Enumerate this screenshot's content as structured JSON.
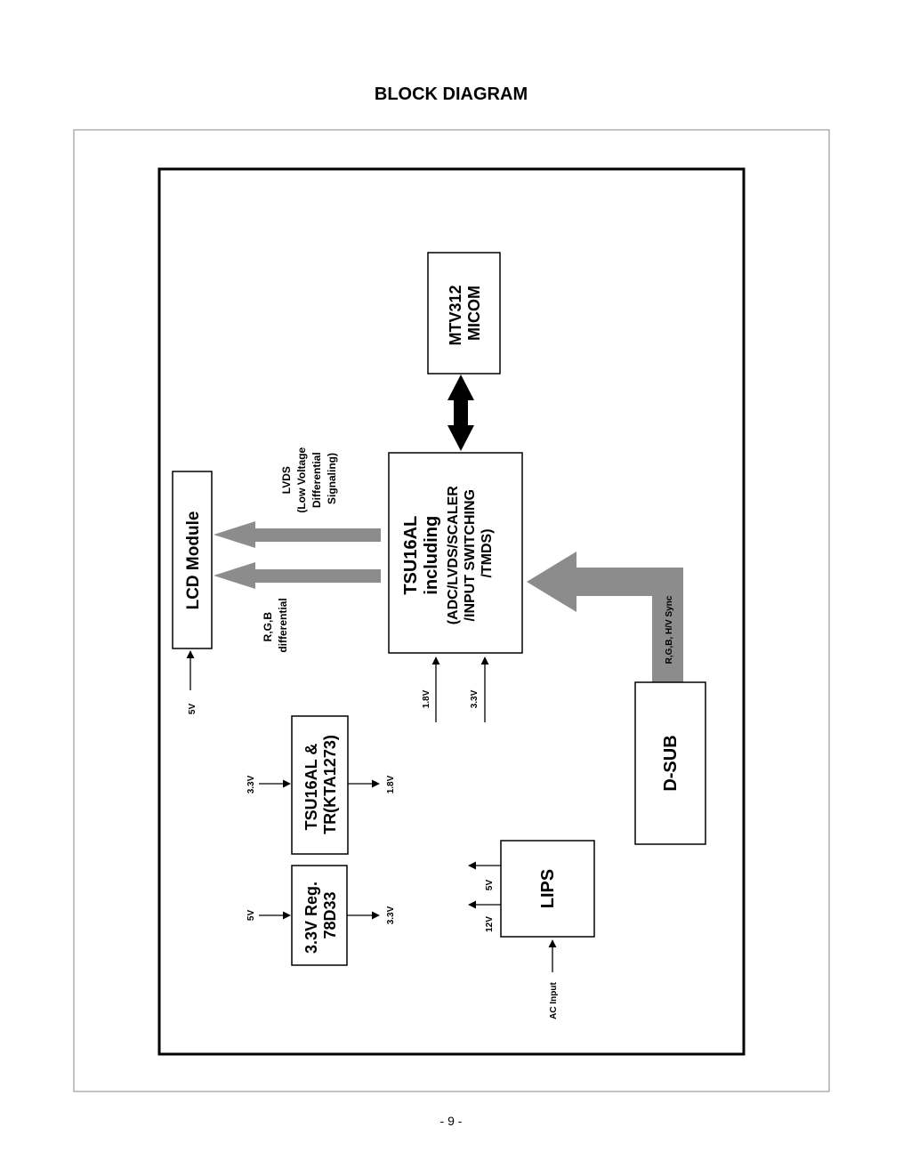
{
  "page": {
    "title": "BLOCK DIAGRAM",
    "page_number": "- 9 -"
  },
  "blocks": {
    "micom": {
      "line1": "MTV312",
      "line2": "MICOM"
    },
    "scaler": {
      "line1": "TSU16AL",
      "line2": "including",
      "line3": "(ADC/LVDS/SCALER",
      "line4": "/INPUT SWITCHING",
      "line5": "/TMDS)"
    },
    "lcd": {
      "label": "LCD Module"
    },
    "dsub": {
      "label": "D-SUB"
    },
    "tsu_tr": {
      "line1": "TSU16AL &",
      "line2": "TR(KTA1273)"
    },
    "reg": {
      "line1": "3.3V Reg.",
      "line2": "78D33"
    },
    "lips": {
      "label": "LIPS"
    }
  },
  "signals": {
    "lvds": {
      "line1": "LVDS",
      "line2": "(Low Voltage",
      "line3": "Differential",
      "line4": "Signaling)"
    },
    "rgb_diff": {
      "line1": "R,G,B",
      "line2": "differential"
    },
    "dsub_sync": "R,G,B, H/V Sync"
  },
  "voltages": {
    "lcd_in": "5V",
    "scaler_in_1": "1.8V",
    "scaler_in_2": "3.3V",
    "tsu_in": "3.3V",
    "tsu_out": "1.8V",
    "reg_in": "5V",
    "reg_out": "3.3V",
    "lips_out_1": "5V",
    "lips_out_2": "12V",
    "ac_input": "AC Input"
  },
  "colors": {
    "gray_arrow": "#8c8c8c",
    "frame": "#000000",
    "outer_frame": "#888888"
  }
}
